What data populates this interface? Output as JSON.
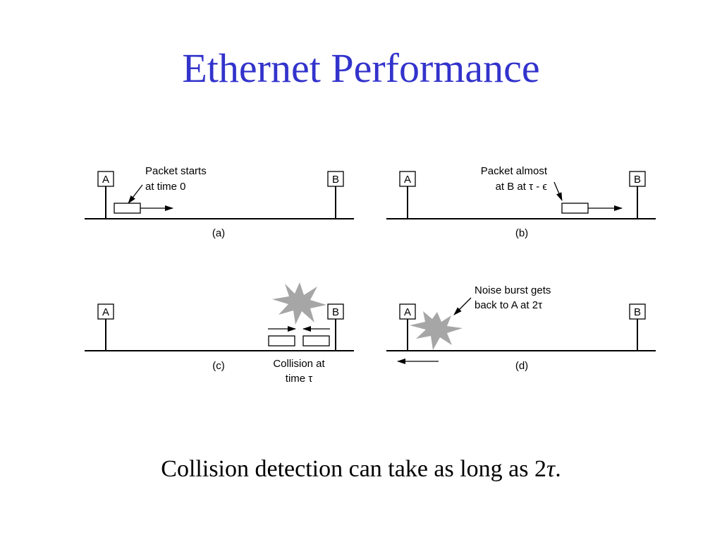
{
  "title": "Ethernet Performance",
  "colors": {
    "title": "#3333cc",
    "line": "#000000",
    "noise_burst": "#a6a6a6",
    "packet_fill": "#ffffff"
  },
  "diagram": {
    "panels": [
      {
        "id": "a",
        "panel_label": "(a)",
        "station_a": "A",
        "station_b": "B",
        "annotation_lines": [
          "Packet starts",
          "at time 0"
        ]
      },
      {
        "id": "b",
        "panel_label": "(b)",
        "station_a": "A",
        "station_b": "B",
        "annotation_lines": [
          "Packet almost",
          "at B at τ - ϵ"
        ]
      },
      {
        "id": "c",
        "panel_label": "(c)",
        "station_a": "A",
        "station_b": "B",
        "annotation_lines": [
          "Collision at",
          "time τ"
        ]
      },
      {
        "id": "d",
        "panel_label": "(d)",
        "station_a": "A",
        "station_b": "B",
        "annotation_lines": [
          "Noise burst gets",
          "back to A  at 2τ"
        ]
      }
    ]
  },
  "caption": {
    "text": "Collision detection can take as long as 2",
    "symbol": "τ",
    "end": "."
  }
}
